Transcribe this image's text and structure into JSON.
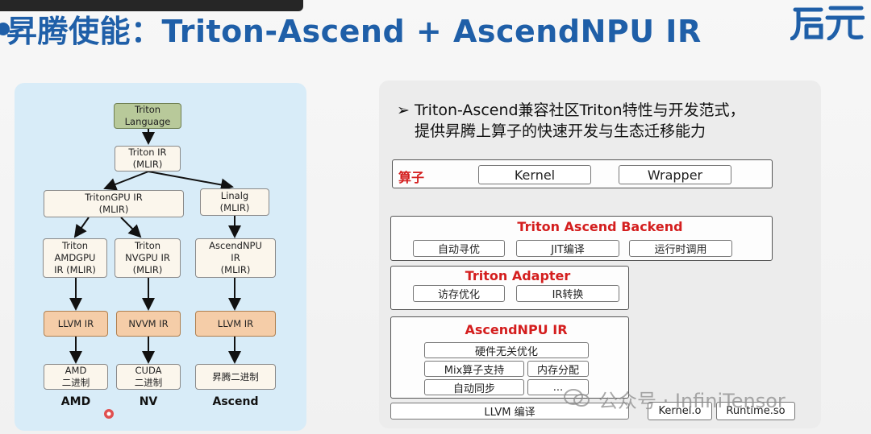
{
  "title": "昇腾使能：Triton-Ascend + AscendNPU IR",
  "logo_text": "启元",
  "left": {
    "triton_language": [
      "Triton",
      "Language"
    ],
    "triton_ir": [
      "Triton IR",
      "(MLIR)"
    ],
    "tritongpu_ir": [
      "TritonGPU IR",
      "(MLIR)"
    ],
    "linalg": [
      "Linalg",
      "(MLIR)"
    ],
    "triton_amdgpu": [
      "Triton",
      "AMDGPU",
      "IR (MLIR)"
    ],
    "triton_nvgpu": [
      "Triton",
      "NVGPU IR",
      "(MLIR)"
    ],
    "ascendnpu": [
      "AscendNPU",
      "IR",
      "(MLIR)"
    ],
    "llvm_ir_1": "LLVM IR",
    "nvvm_ir": "NVVM IR",
    "llvm_ir_2": "LLVM IR",
    "amd_bin": [
      "AMD",
      "二进制"
    ],
    "cuda_bin": [
      "CUDA",
      "二进制"
    ],
    "ascend_bin": "昇腾二进制",
    "vendors": [
      "AMD",
      "NV",
      "Ascend"
    ]
  },
  "right": {
    "bullet_lines": [
      "Triton-Ascend兼容社区Triton特性与开发范式，",
      "提供昇腾上算子的快速开发与生态迁移能力"
    ],
    "operator_label": "算子",
    "kernel": "Kernel",
    "wrapper": "Wrapper",
    "backend_title": "Triton Ascend Backend",
    "backend_items": [
      "自动寻优",
      "JIT编译",
      "运行时调用"
    ],
    "adapter_title": "Triton Adapter",
    "adapter_items": [
      "访存优化",
      "IR转换"
    ],
    "npuir_title": "AscendNPU IR",
    "npuir_items": [
      "硬件无关优化",
      "Mix算子支持",
      "内存分配",
      "自动同步",
      "..."
    ],
    "llvm_compile": "LLVM 编译",
    "kernel_o": "Kernel.o",
    "runtime_so": "Runtime.so"
  },
  "watermark": "公众号 · InfiniTensor",
  "colors": {
    "title": "#1f5fa8",
    "accent_red": "#d41e1e"
  }
}
